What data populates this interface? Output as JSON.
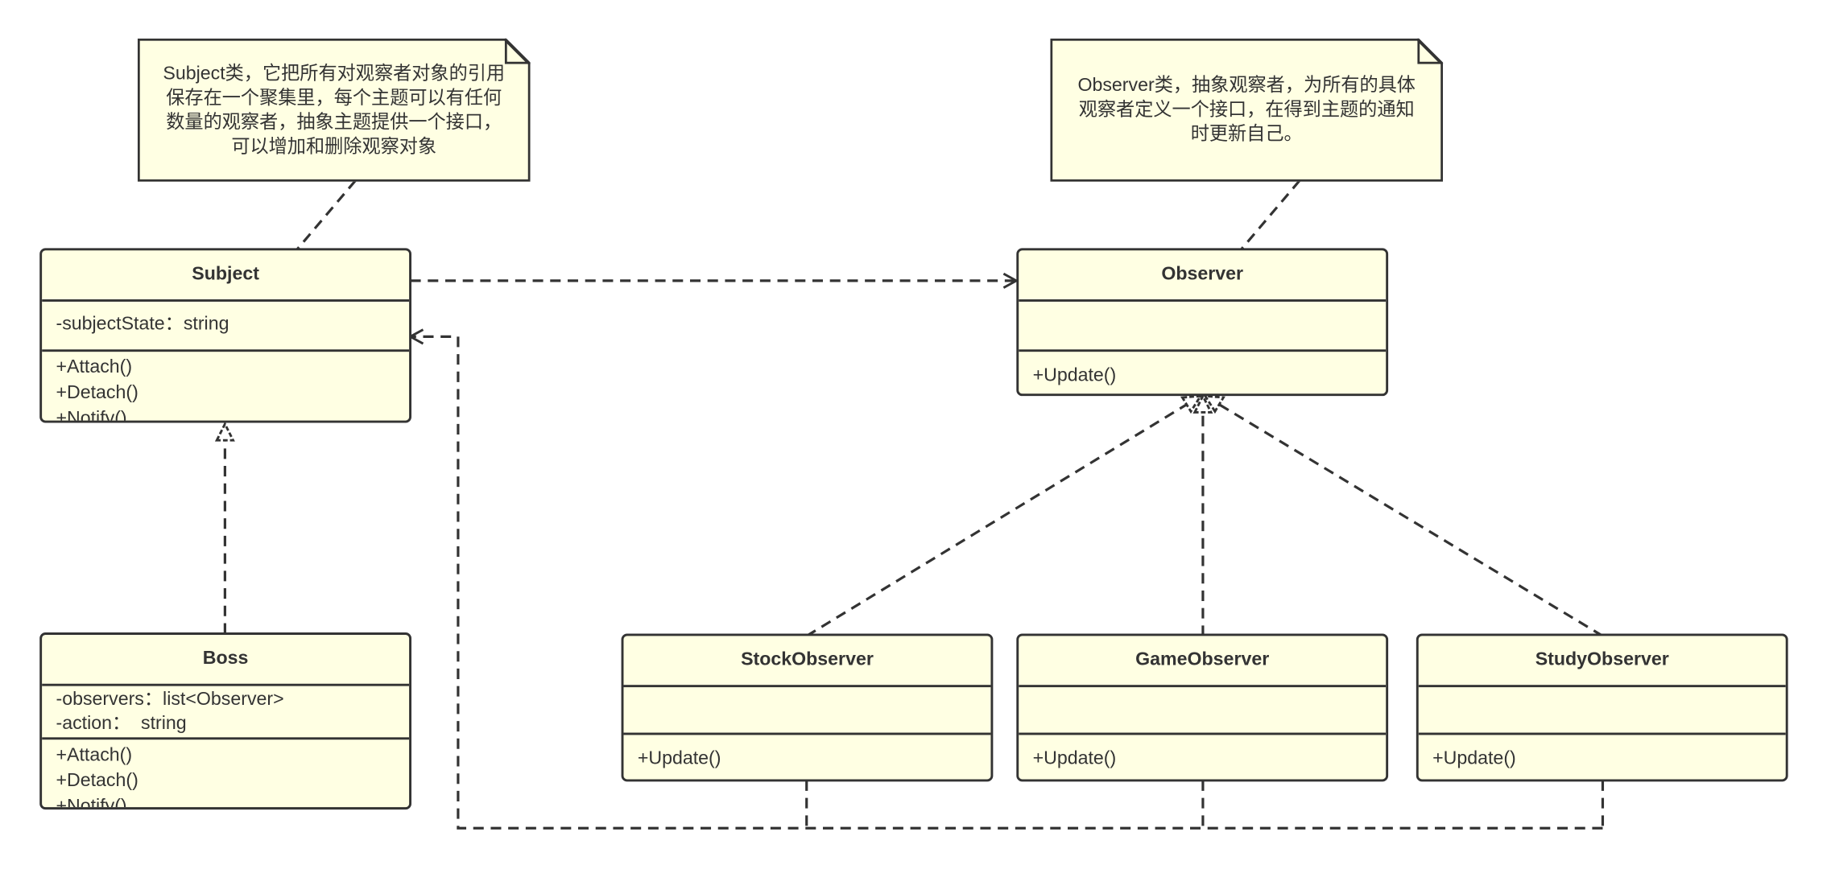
{
  "notes": {
    "subject": "Subject类，它把所有对观察者对象的引用保存在一个聚集里，每个主题可以有任何数量的观察者，抽象主题提供一个接口，可以增加和删除观察对象",
    "observer": "Observer类，抽象观察者，为所有的具体观察者定义一个接口，在得到主题的通知时更新自己。"
  },
  "classes": {
    "subject": {
      "name": "Subject",
      "attrs": [
        "-subjectState：string"
      ],
      "ops": [
        "+Attach()",
        "+Detach()",
        "+Notify()"
      ]
    },
    "boss": {
      "name": "Boss",
      "attrs": [
        "-observers：list<Observer>",
        "-action：  string"
      ],
      "ops": [
        "+Attach()",
        "+Detach()",
        "+Notify()"
      ]
    },
    "observer": {
      "name": "Observer",
      "attrs": [],
      "ops": [
        "+Update()"
      ]
    },
    "stock": {
      "name": "StockObserver",
      "attrs": [],
      "ops": [
        "+Update()"
      ]
    },
    "game": {
      "name": "GameObserver",
      "attrs": [],
      "ops": [
        "+Update()"
      ]
    },
    "study": {
      "name": "StudyObserver",
      "attrs": [],
      "ops": [
        "+Update()"
      ]
    }
  },
  "colors": {
    "fill": "#ffffe3",
    "stroke": "#333333"
  }
}
